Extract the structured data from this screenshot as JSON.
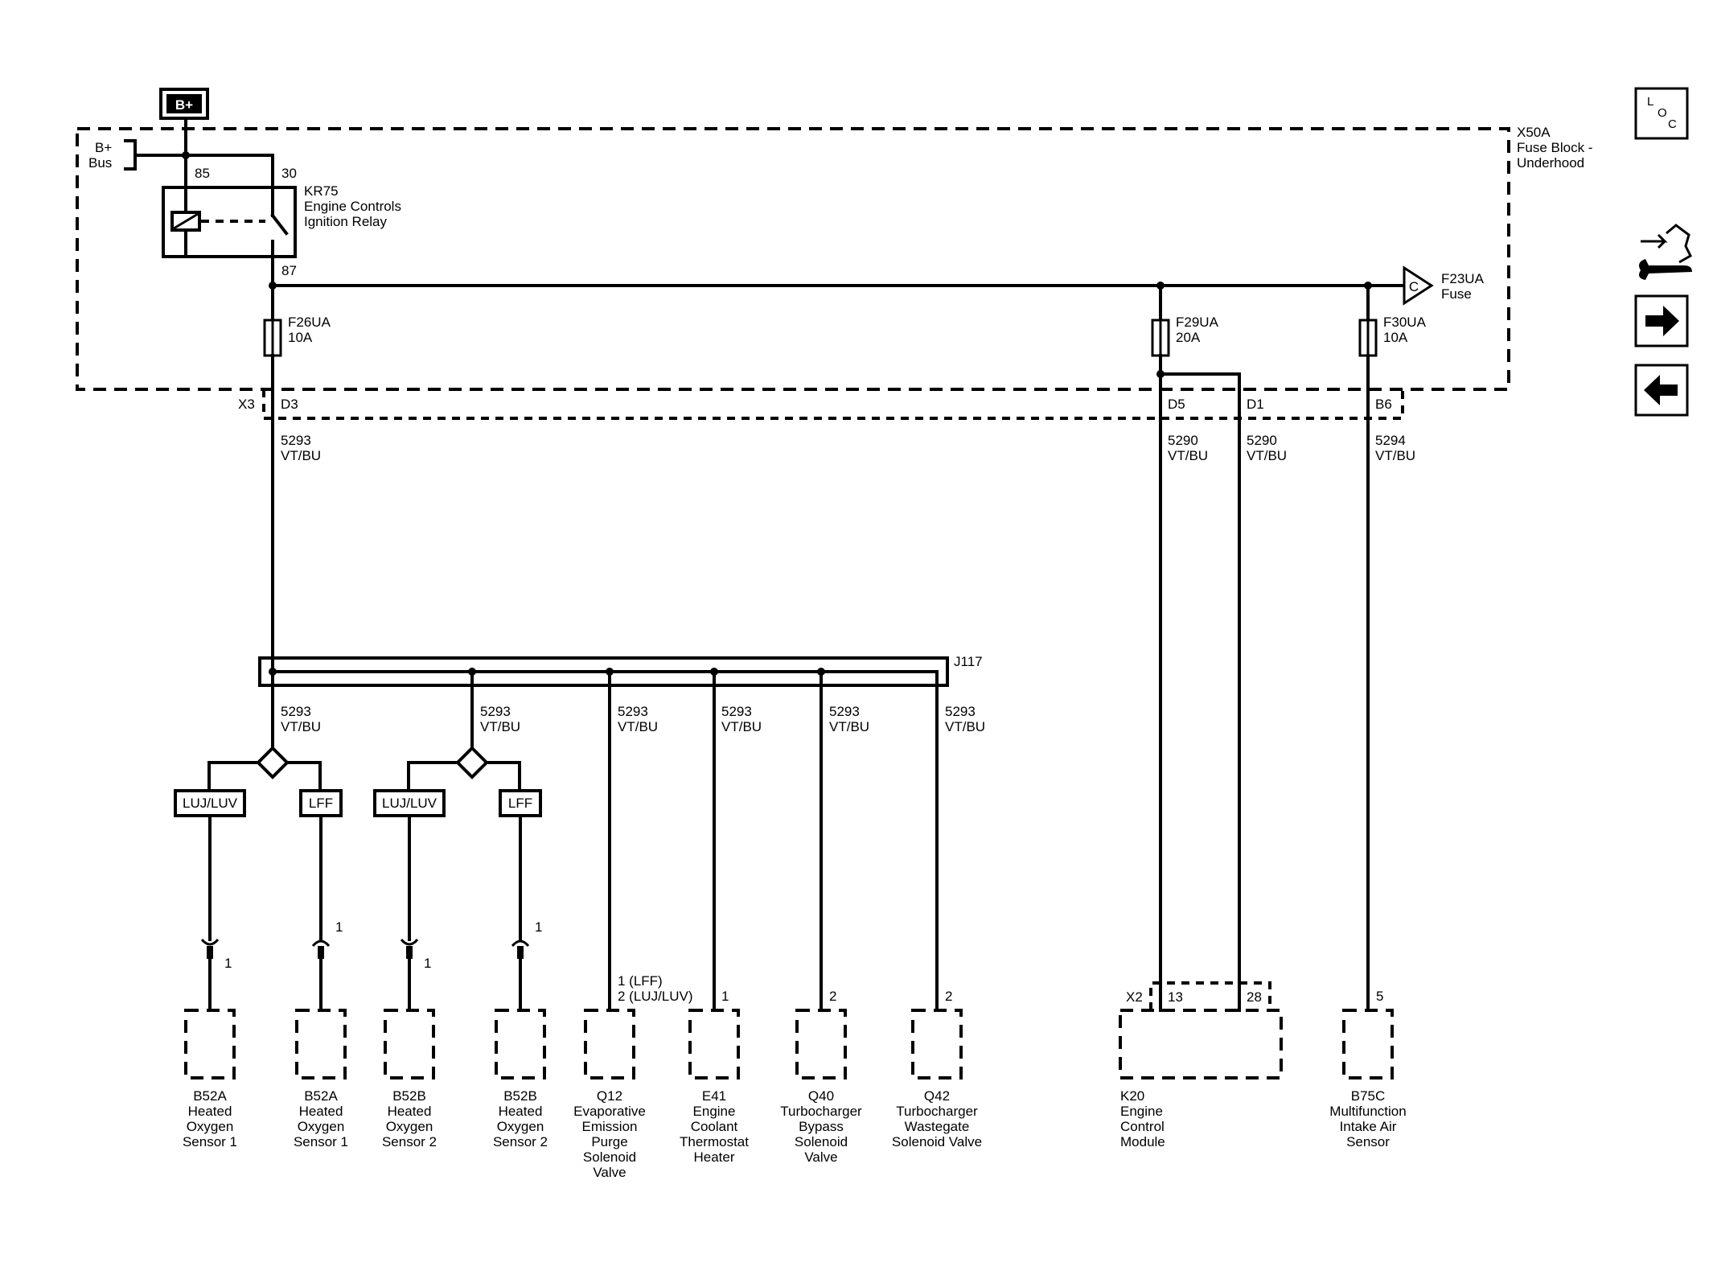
{
  "power": {
    "bplus_terminal": "B+",
    "bplus_bus": [
      "B+",
      "Bus"
    ]
  },
  "fuse_block": {
    "name": "X50A",
    "desc": [
      "Fuse Block -",
      "Underhood"
    ]
  },
  "relay": {
    "name": "KR75",
    "desc": [
      "Engine Controls",
      "Ignition Relay"
    ],
    "pin85": "85",
    "pin30": "30",
    "pin87": "87"
  },
  "fuses": {
    "f26": [
      "F26UA",
      "10A"
    ],
    "f29": [
      "F29UA",
      "20A"
    ],
    "f30": [
      "F30UA",
      "10A"
    ],
    "f23": {
      "name": "F23UA",
      "desc": "Fuse",
      "connector_letter": "C"
    }
  },
  "connector_x3": {
    "name": "X3",
    "pins": {
      "d3": "D3",
      "d5": "D5",
      "d1": "D1",
      "b6": "B6"
    }
  },
  "wires": {
    "d3": [
      "5293",
      "VT/BU"
    ],
    "d5": [
      "5290",
      "VT/BU"
    ],
    "d1": [
      "5290",
      "VT/BU"
    ],
    "b6": [
      "5294",
      "VT/BU"
    ],
    "branch": [
      "5293",
      "VT/BU"
    ]
  },
  "splice": "J117",
  "options": {
    "luj_luv": "LUJ/LUV",
    "lff": "LFF"
  },
  "pin_labels": {
    "b52a1": "1",
    "b52a2": "1",
    "b52b1": "1",
    "b52b2": "1",
    "q12": [
      "1 (LFF)",
      "2 (LUJ/LUV)"
    ],
    "e41": "1",
    "q40": "2",
    "q42": "2",
    "k20_conn": "X2",
    "k20_13": "13",
    "k20_28": "28",
    "b75c": "5"
  },
  "components": [
    [
      "B52A",
      "Heated",
      "Oxygen",
      "Sensor 1"
    ],
    [
      "B52A",
      "Heated",
      "Oxygen",
      "Sensor 1"
    ],
    [
      "B52B",
      "Heated",
      "Oxygen",
      "Sensor 2"
    ],
    [
      "B52B",
      "Heated",
      "Oxygen",
      "Sensor 2"
    ],
    [
      "Q12",
      "Evaporative",
      "Emission",
      "Purge",
      "Solenoid",
      "Valve"
    ],
    [
      "E41",
      "Engine",
      "Coolant",
      "Thermostat",
      "Heater"
    ],
    [
      "Q40",
      "Turbocharger",
      "Bypass",
      "Solenoid",
      "Valve"
    ],
    [
      "Q42",
      "Turbocharger",
      "Wastegate",
      "Solenoid Valve"
    ],
    [
      "K20",
      "Engine",
      "Control",
      "Module"
    ],
    [
      "B75C",
      "Multifunction",
      "Intake Air",
      "Sensor"
    ]
  ],
  "nav": {
    "loc_letters": [
      "L",
      "O",
      "C"
    ]
  }
}
